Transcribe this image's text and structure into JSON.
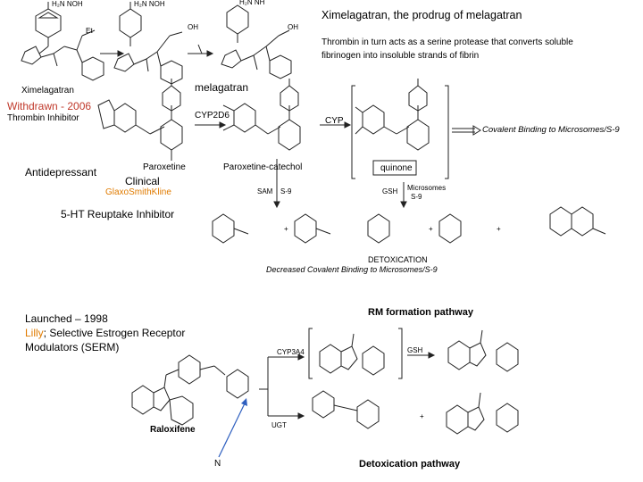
{
  "ximelagatran": {
    "title": "Ximelagatran, the prodrug of melagatran",
    "desc_line1": "Thrombin in turn acts as a serine protease that converts soluble",
    "desc_line2": "fibrinogen into insoluble strands of fibrin",
    "name_label": "Ximelagatran",
    "product_label": "melagatran",
    "status": "Withdrawn - 2006",
    "class": "Thrombin Inhibitor"
  },
  "paroxetine": {
    "use": "Antidepressant",
    "name_label": "Paroxetine",
    "status": "Clinical",
    "company": "GlaxoSmithKline",
    "class": "5-HT Reuptake Inhibitor",
    "catechol_label": "Paroxetine-catechol",
    "quinone_label": "quinone",
    "enzyme1": "CYP2D6",
    "enzyme2": "CYP",
    "enzyme_sam": "SAM",
    "enzyme_s9": "S-9",
    "enzyme_gsh": "GSH",
    "enzyme_microsomes": "Microsomes",
    "enzyme_s9b": "S-9",
    "covalent_label": "Covalent Binding to Microsomes/S-9",
    "detox_label": "DETOXICATION",
    "detox_sub": "Decreased Covalent Binding to Microsomes/S-9"
  },
  "raloxifene": {
    "launch": "Launched – 1998",
    "company": "Lilly",
    "class_rest": "; Selective Estrogen Receptor",
    "class_line2": "Modulators (SERM)",
    "name_label": "Raloxifene",
    "rm_title": "RM formation pathway",
    "detox_title": "Detoxication pathway",
    "enzyme_cyp": "CYP3A4",
    "enzyme_gsh": "GSH",
    "enzyme_ugt": "UGT",
    "annotation_n": "N"
  },
  "colors": {
    "withdrawn": "#c0392b",
    "company": "#e07b00",
    "arrow_blue": "#2e5fbf"
  }
}
